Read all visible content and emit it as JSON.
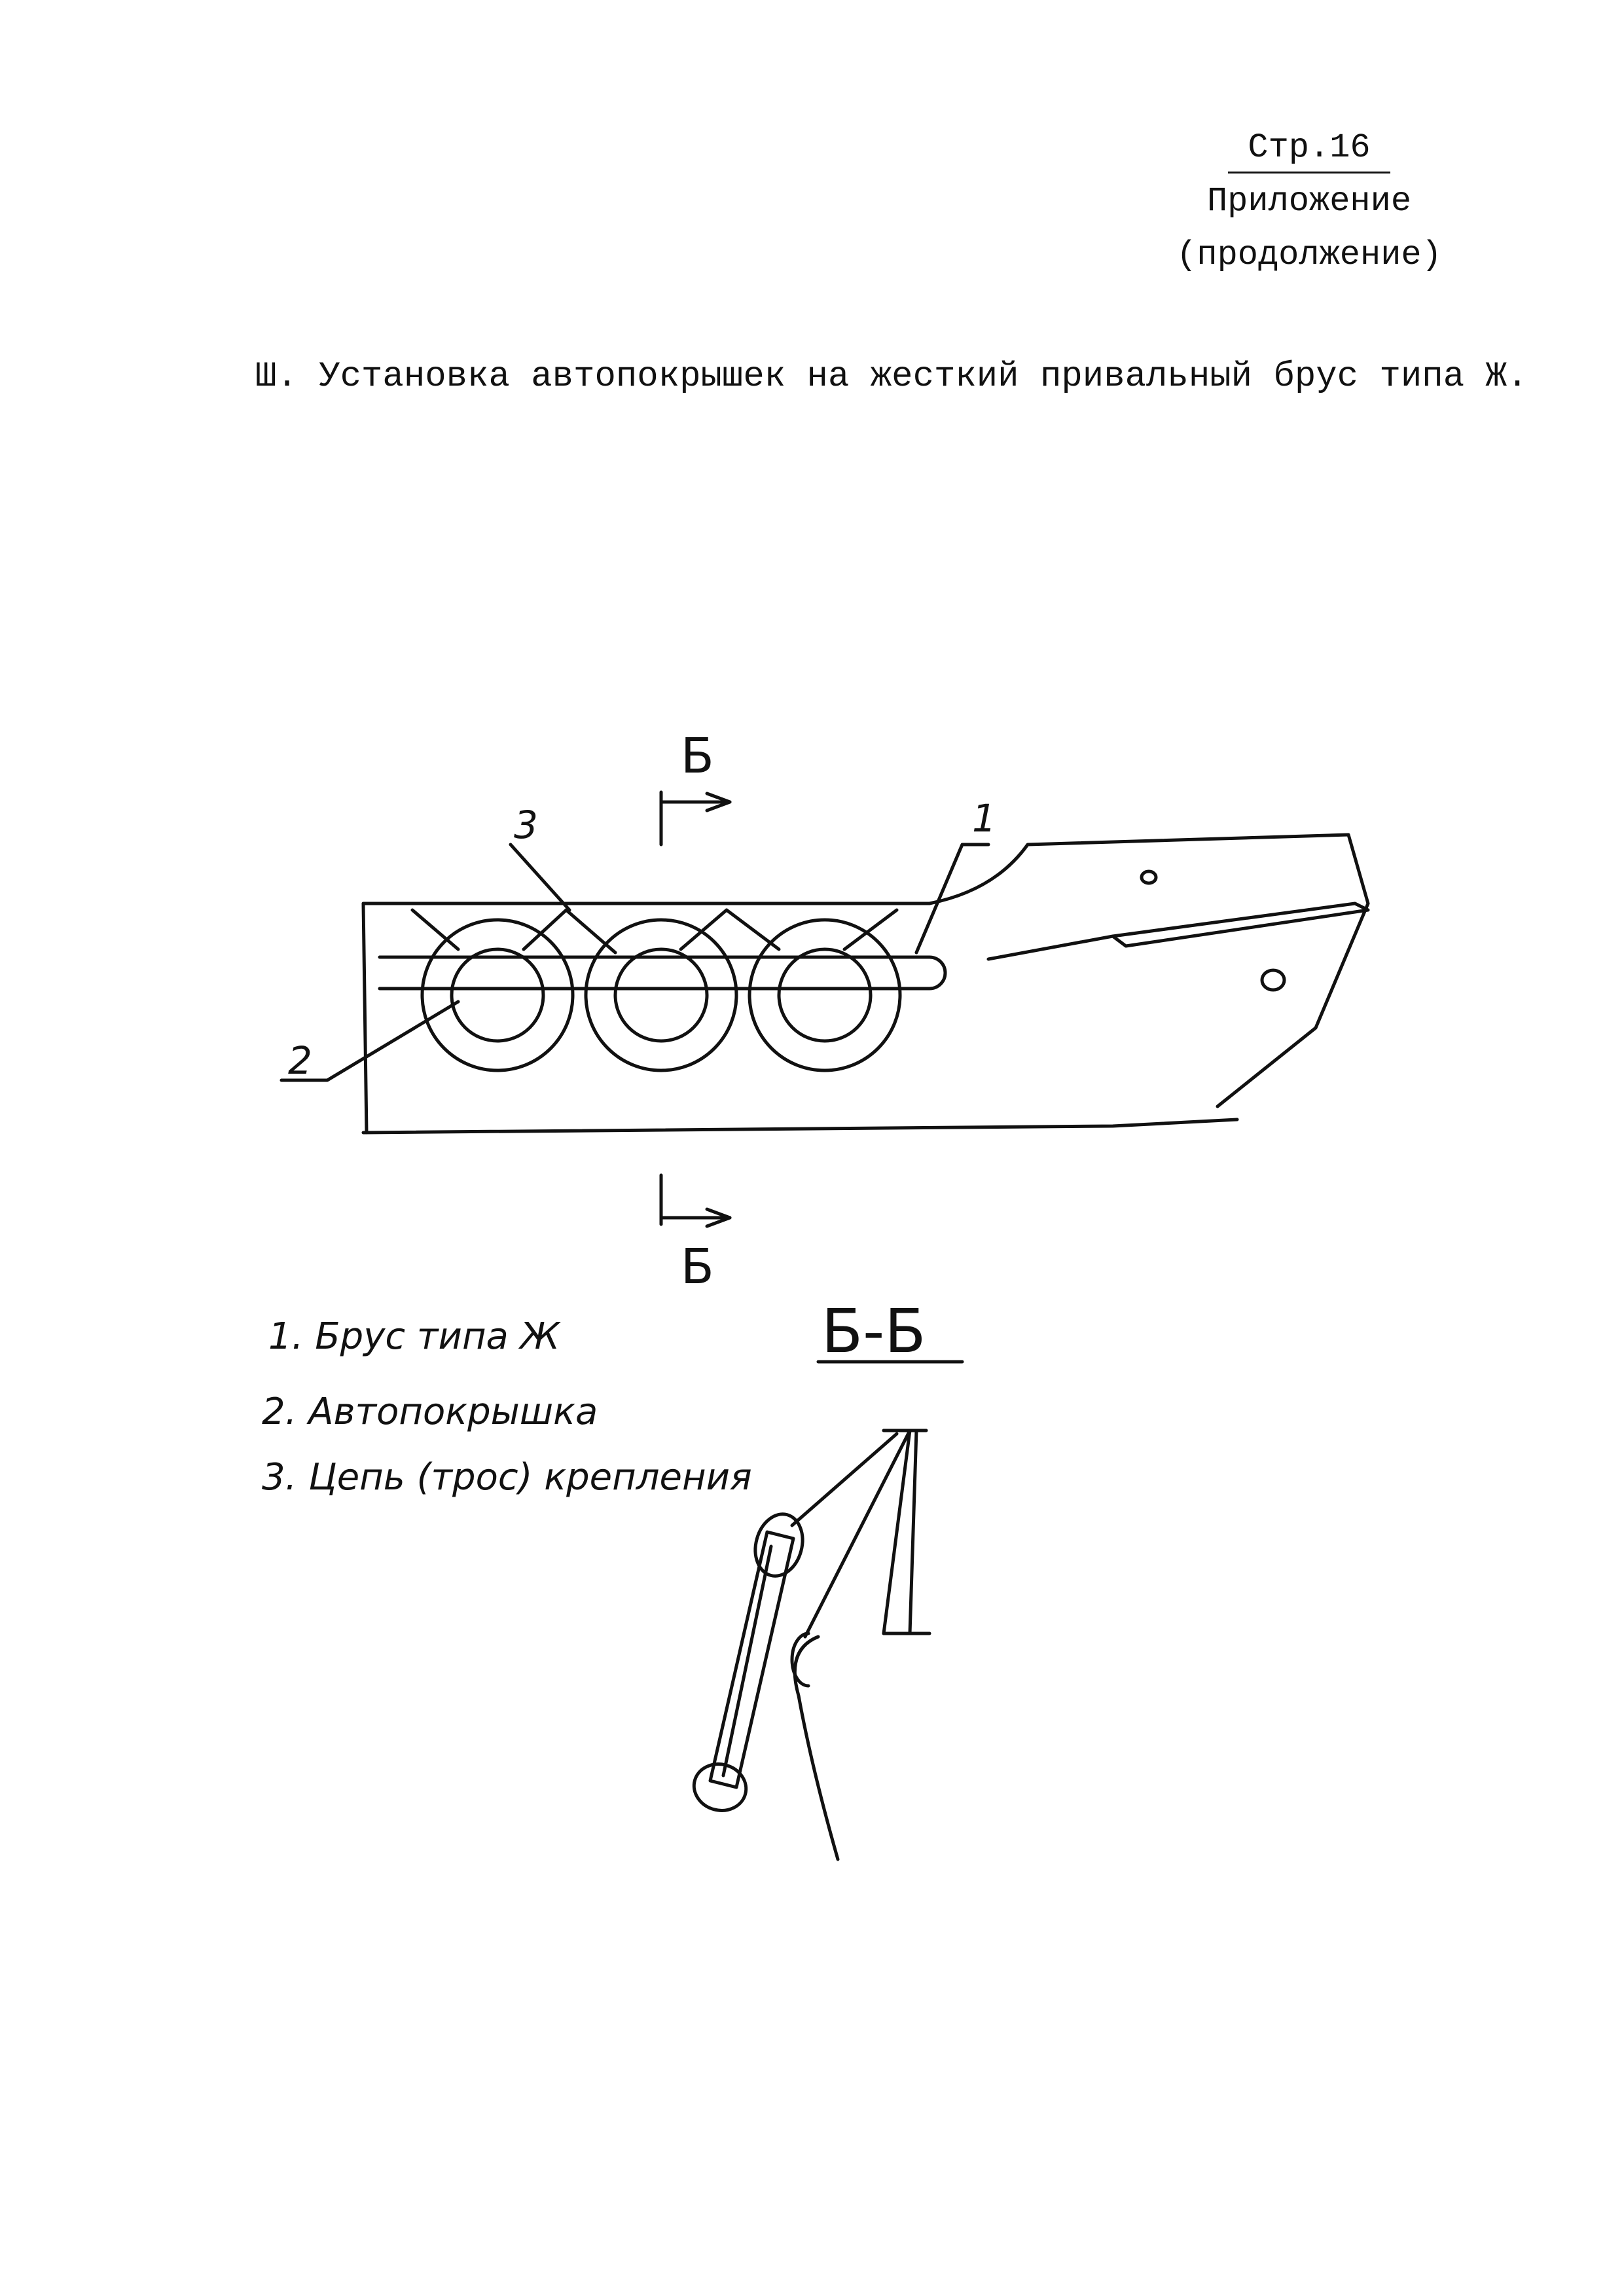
{
  "header": {
    "page_number": "Стр.16",
    "appendix": "Приложение",
    "continuation": "(продолжение)"
  },
  "heading": "Ш. Установка автопокрышек на жесткий привальный брус типа Ж.",
  "figure": {
    "section_letter_top": "Б",
    "section_letter_bottom": "Б",
    "section_title": "Б-Б",
    "callouts": [
      "1",
      "2",
      "3"
    ],
    "legend": [
      "1. Брус типа Ж",
      "2. Автопокрышка",
      "3. Цепь (трос) крепления"
    ]
  }
}
